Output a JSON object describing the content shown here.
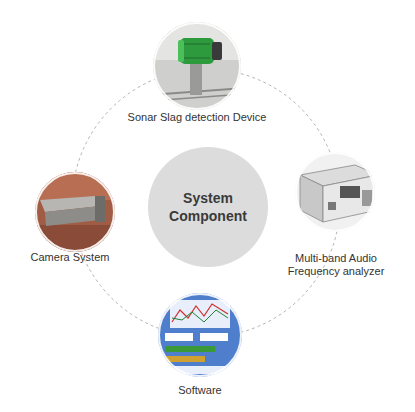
{
  "diagram": {
    "nodes": [
      {
        "text": [
          "Sonar Slag detection Device"
        ]
      },
      {
        "text": [
          "Camera System"
        ]
      },
      {
        "text": [
          "System Component"
        ]
      },
      {
        "text": [
          "Multi-band Audio Frequency analyzer"
        ]
      },
      {
        "text": [
          "Software"
        ]
      }
    ],
    "edges": [
      {
        "from": 0,
        "to": 3,
        "arrow": "none"
      },
      {
        "from": 3,
        "to": 4,
        "arrow": "none"
      },
      {
        "from": 4,
        "to": 1,
        "arrow": "none"
      },
      {
        "from": 1,
        "to": 0,
        "arrow": "none"
      }
    ]
  }
}
